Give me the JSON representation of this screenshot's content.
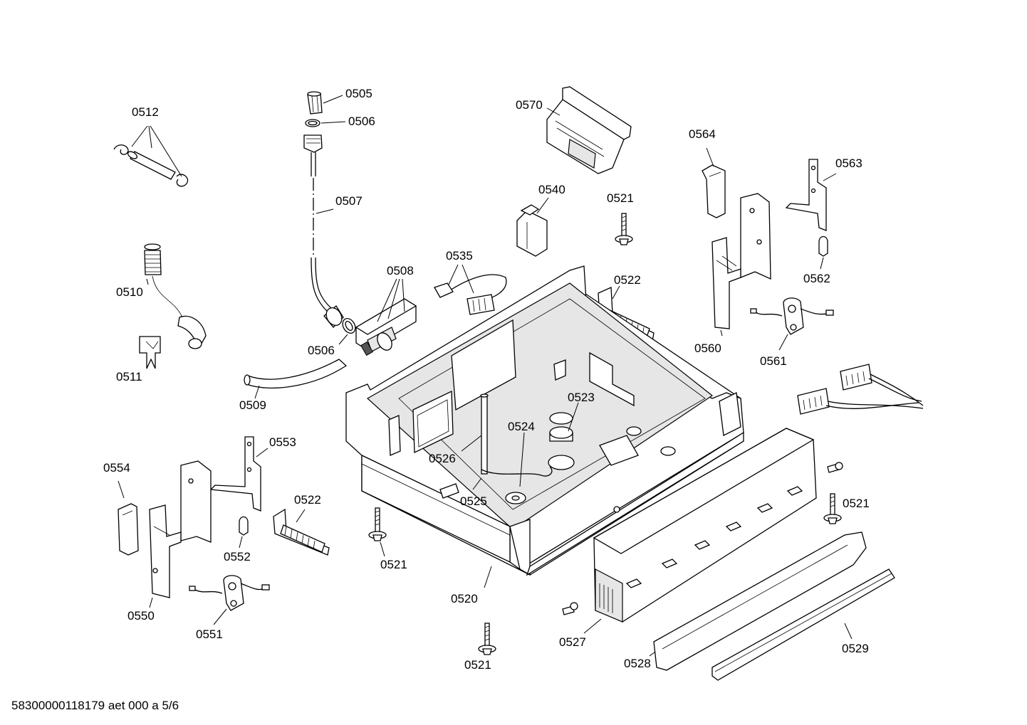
{
  "parts": [
    {
      "id": "p0505",
      "label": "0505"
    },
    {
      "id": "p0506a",
      "label": "0506"
    },
    {
      "id": "p0512",
      "label": "0512"
    },
    {
      "id": "p0570",
      "label": "0570"
    },
    {
      "id": "p0564",
      "label": "0564"
    },
    {
      "id": "p0563",
      "label": "0563"
    },
    {
      "id": "p0507",
      "label": "0507"
    },
    {
      "id": "p0540",
      "label": "0540"
    },
    {
      "id": "p0521a",
      "label": "0521"
    },
    {
      "id": "p0535",
      "label": "0535"
    },
    {
      "id": "p0508",
      "label": "0508"
    },
    {
      "id": "p0510",
      "label": "0510"
    },
    {
      "id": "p0562",
      "label": "0562"
    },
    {
      "id": "p0522a",
      "label": "0522"
    },
    {
      "id": "p0506b",
      "label": "0506"
    },
    {
      "id": "p0560",
      "label": "0560"
    },
    {
      "id": "p0561",
      "label": "0561"
    },
    {
      "id": "p0511",
      "label": "0511"
    },
    {
      "id": "p0523",
      "label": "0523"
    },
    {
      "id": "p0509",
      "label": "0509"
    },
    {
      "id": "p0524",
      "label": "0524"
    },
    {
      "id": "p0553",
      "label": "0553"
    },
    {
      "id": "p0554",
      "label": "0554"
    },
    {
      "id": "p0526",
      "label": "0526"
    },
    {
      "id": "p0525",
      "label": "0525"
    },
    {
      "id": "p0522b",
      "label": "0522"
    },
    {
      "id": "p0521b",
      "label": "0521"
    },
    {
      "id": "p0552",
      "label": "0552"
    },
    {
      "id": "p0521c",
      "label": "0521"
    },
    {
      "id": "p0520",
      "label": "0520"
    },
    {
      "id": "p0550",
      "label": "0550"
    },
    {
      "id": "p0551",
      "label": "0551"
    },
    {
      "id": "p0527",
      "label": "0527"
    },
    {
      "id": "p0529",
      "label": "0529"
    },
    {
      "id": "p0528",
      "label": "0528"
    },
    {
      "id": "p0521d",
      "label": "0521"
    }
  ],
  "footer": "58300000118179 aet 000 a 5/6"
}
